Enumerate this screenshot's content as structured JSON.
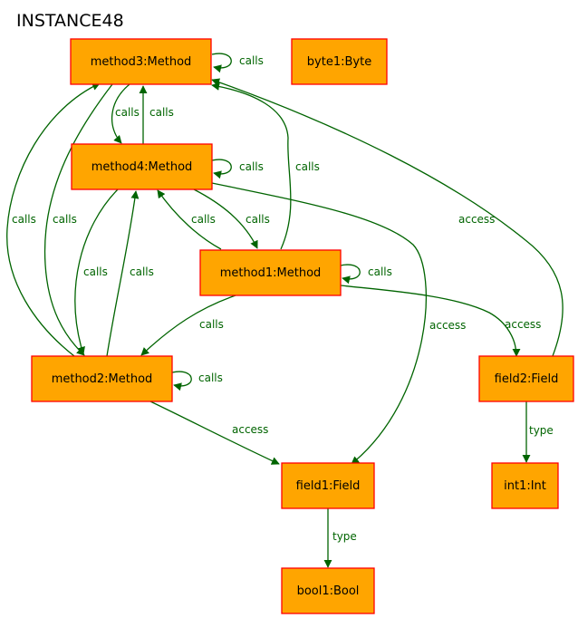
{
  "title": "INSTANCE48",
  "colors": {
    "node_fill": "#ffa500",
    "node_border": "#ff0000",
    "edge": "#006400",
    "edge_label": "#006400"
  },
  "nodes": {
    "method3": "method3:Method",
    "byte1": "byte1:Byte",
    "method4": "method4:Method",
    "method1": "method1:Method",
    "method2": "method2:Method",
    "field2": "field2:Field",
    "field1": "field1:Field",
    "int1": "int1:Int",
    "bool1": "bool1:Bool"
  },
  "edges": [
    {
      "id": "method3-self",
      "from": "method3",
      "to": "method3",
      "label": "calls"
    },
    {
      "id": "method3-method4",
      "from": "method3",
      "to": "method4",
      "label": "calls"
    },
    {
      "id": "method4-method3",
      "from": "method4",
      "to": "method3",
      "label": "calls"
    },
    {
      "id": "method4-self",
      "from": "method4",
      "to": "method4",
      "label": "calls"
    },
    {
      "id": "method1-method3",
      "from": "method1",
      "to": "method3",
      "label": "calls"
    },
    {
      "id": "method2-method3",
      "from": "method2",
      "to": "method3",
      "label": "calls"
    },
    {
      "id": "method3-method2",
      "from": "method3",
      "to": "method2",
      "label": "calls"
    },
    {
      "id": "field2-method3",
      "from": "field2",
      "to": "method3",
      "label": "access"
    },
    {
      "id": "method1-method4",
      "from": "method1",
      "to": "method4",
      "label": "calls"
    },
    {
      "id": "method4-method1",
      "from": "method4",
      "to": "method1",
      "label": "calls"
    },
    {
      "id": "method4-method2",
      "from": "method4",
      "to": "method2",
      "label": "calls"
    },
    {
      "id": "method2-method4",
      "from": "method2",
      "to": "method4",
      "label": "calls"
    },
    {
      "id": "method4-field1",
      "from": "method4",
      "to": "field1",
      "label": "access"
    },
    {
      "id": "method1-self",
      "from": "method1",
      "to": "method1",
      "label": "calls"
    },
    {
      "id": "method1-method2",
      "from": "method1",
      "to": "method2",
      "label": "calls"
    },
    {
      "id": "method1-field2",
      "from": "method1",
      "to": "field2",
      "label": "access"
    },
    {
      "id": "method2-self",
      "from": "method2",
      "to": "method2",
      "label": "calls"
    },
    {
      "id": "method2-field1",
      "from": "method2",
      "to": "field1",
      "label": "access"
    },
    {
      "id": "field2-int1",
      "from": "field2",
      "to": "int1",
      "label": "type"
    },
    {
      "id": "field1-bool1",
      "from": "field1",
      "to": "bool1",
      "label": "type"
    }
  ]
}
